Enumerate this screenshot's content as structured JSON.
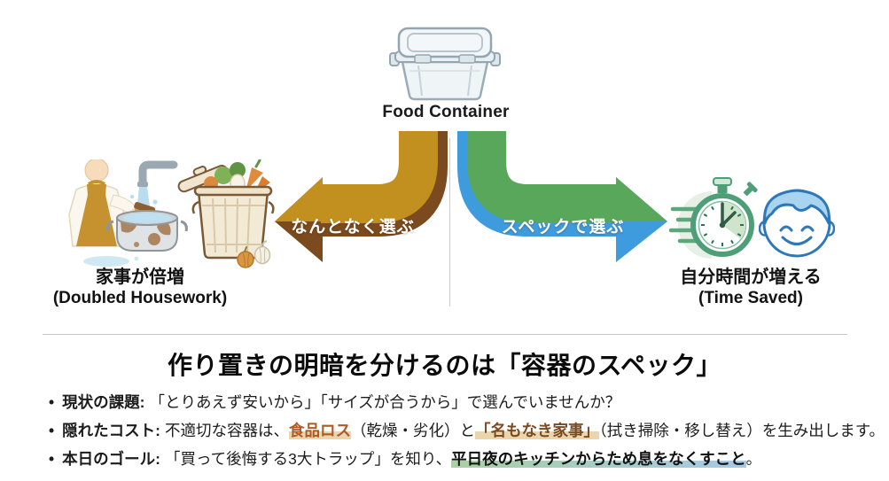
{
  "header": {
    "title": "Food Container"
  },
  "icons": {
    "container": "food-container-icon",
    "housework": "washing-pot-and-vegetable-trash-illustration",
    "stopwatch": "stopwatch-icon",
    "face": "happy-face-icon"
  },
  "colors": {
    "arrow_gold": "#C2901F",
    "arrow_dark_brown": "#7B4A1F",
    "arrow_green": "#58A75A",
    "arrow_blue": "#3E9CDE",
    "highlight_tan": "#EAD5AC",
    "text_rust": "#B05A24",
    "text_brown": "#7C4A1E",
    "highlight_green": "#A9CFA3",
    "highlight_blue": "#A7C9E6"
  },
  "branches": {
    "left": {
      "arrow_label": "なんとなく選ぶ",
      "caption_ja": "家事が倍増",
      "caption_en": "(Doubled Housework)"
    },
    "right": {
      "arrow_label": "スペックで選ぶ",
      "caption_ja": "自分時間が増える",
      "caption_en": "(Time Saved)"
    }
  },
  "bottom": {
    "heading": "作り置きの明暗を分けるのは「容器のスペック」",
    "bullet_char": "•",
    "bullets": [
      {
        "label": "現状の課題:",
        "text": "「とりあえず安いから」「サイズが合うから」で選んでいませんか？"
      },
      {
        "label": "隠れたコスト:",
        "pre": "不適切な容器は、",
        "hl_food": "食品ロス",
        "mid": "（乾燥・劣化）と",
        "hl_chores": "「名もなき家事」",
        "post": "（拭き掃除・移し替え）を生み出します。"
      },
      {
        "label": "本日のゴール:",
        "pre": "「買って後悔する3大トラップ」を知り、",
        "hl_goal": "平日夜のキッチンからため息をなくすこと",
        "post": "。"
      }
    ]
  }
}
